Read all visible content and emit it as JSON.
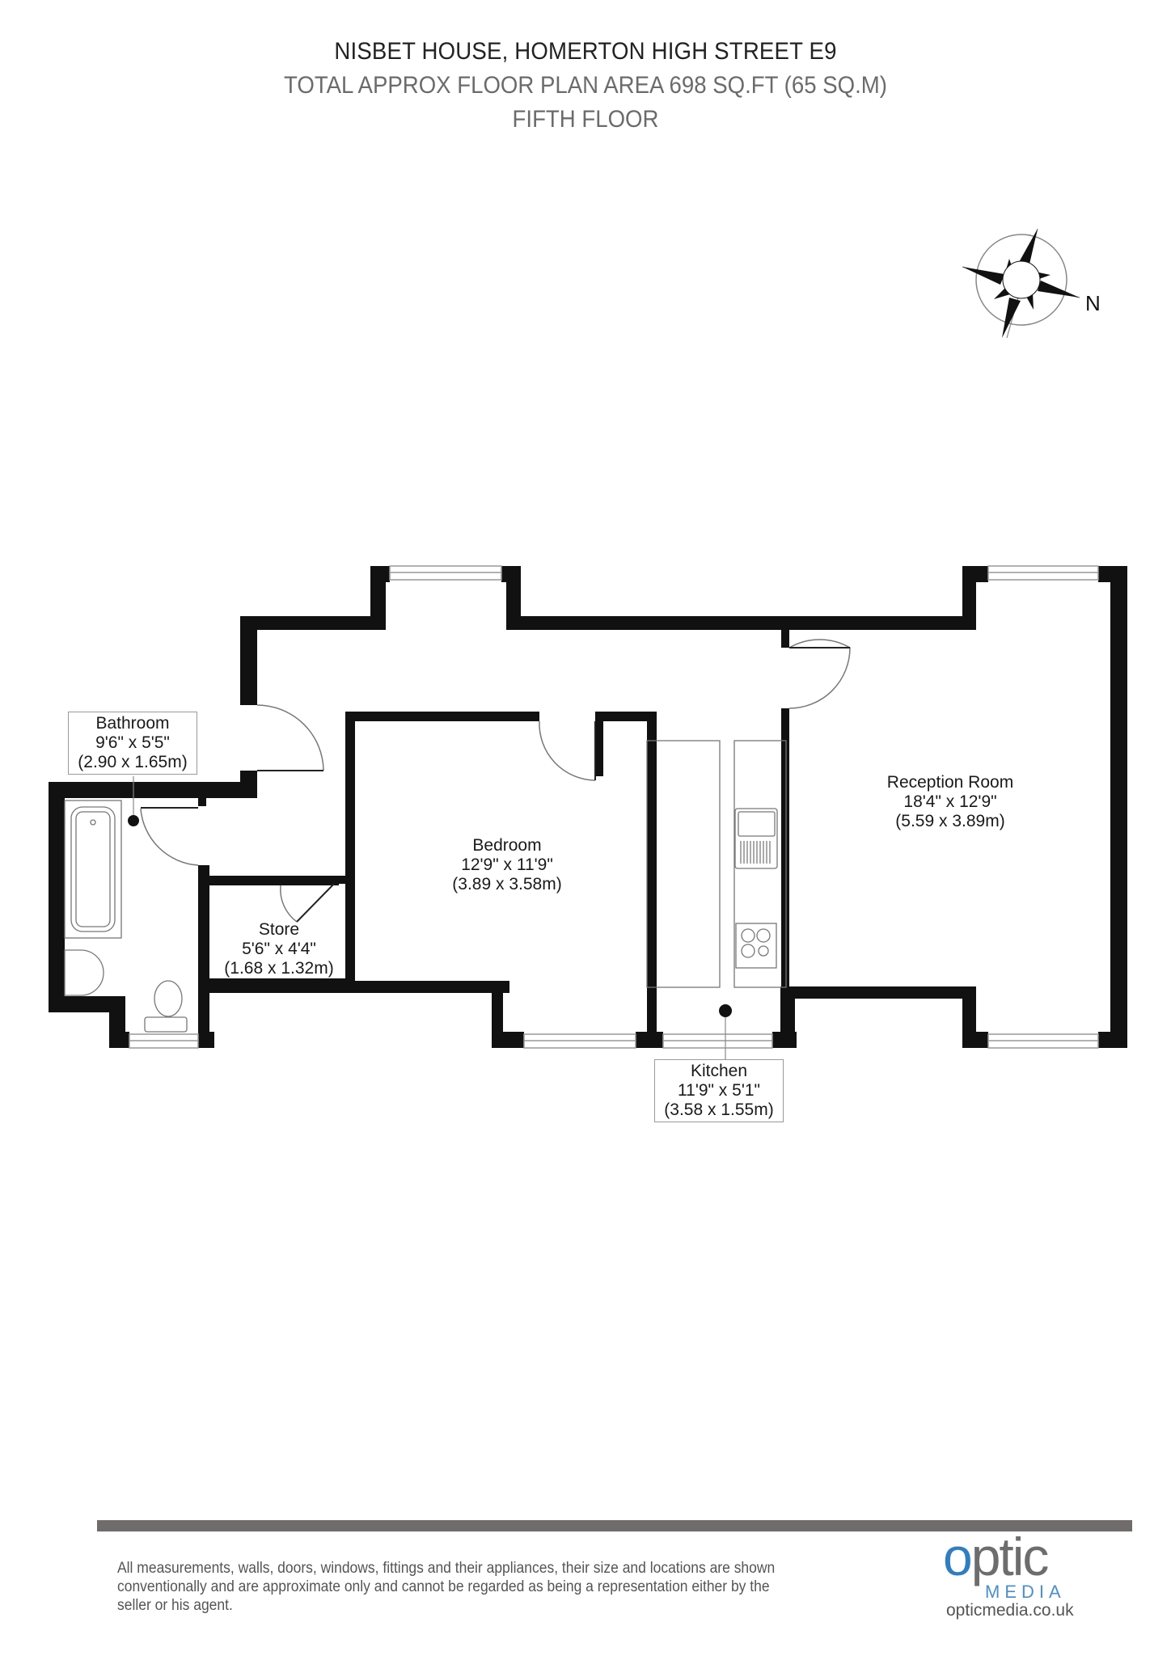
{
  "header": {
    "title": "NISBET HOUSE, HOMERTON HIGH STREET E9",
    "area": "TOTAL APPROX FLOOR PLAN AREA 698 SQ.FT (65 SQ.M)",
    "floor": "FIFTH FLOOR"
  },
  "compass": {
    "label": "N",
    "icon": "compass-rose-icon"
  },
  "rooms": {
    "bathroom": {
      "name": "Bathroom",
      "imperial": "9'6\" x 5'5\"",
      "metric": "(2.90 x 1.65m)"
    },
    "store": {
      "name": "Store",
      "imperial": "5'6\" x 4'4\"",
      "metric": "(1.68 x 1.32m)"
    },
    "bedroom": {
      "name": "Bedroom",
      "imperial": "12'9\" x 11'9\"",
      "metric": "(3.89 x 3.58m)"
    },
    "kitchen": {
      "name": "Kitchen",
      "imperial": "11'9\" x 5'1\"",
      "metric": "(3.58 x 1.55m)"
    },
    "reception": {
      "name": "Reception Room",
      "imperial": "18'4\" x 12'9\"",
      "metric": "(5.59 x 3.89m)"
    }
  },
  "footer": {
    "disclaimer": "All measurements, walls, doors, windows, fittings and their appliances, their size and locations are shown conventionally and are approximate only and cannot be regarded as being a representation either by the seller or his agent.",
    "logo_o": "o",
    "logo_rest": "ptic",
    "logo_media": "MEDIA",
    "logo_url": "opticmedia.co.uk"
  },
  "colors": {
    "wall": "#111111",
    "fixture": "#777777",
    "brand_blue": "#2f7fc0",
    "bar": "#6f6c6b"
  }
}
